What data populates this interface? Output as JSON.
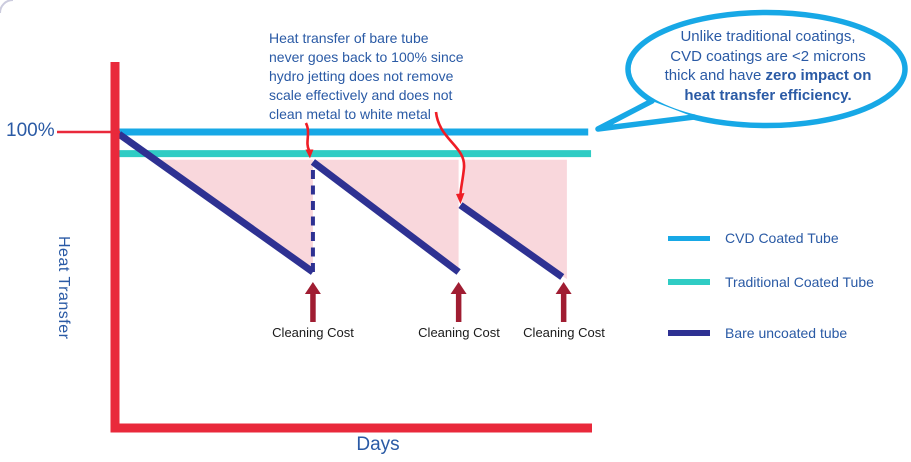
{
  "chart_data": {
    "type": "line",
    "title": "",
    "xlabel": "Days",
    "ylabel": "Heat Transfer",
    "y_ref_label": "100%",
    "x_range": [
      0,
      100
    ],
    "y_range": [
      0,
      105
    ],
    "grid": false,
    "legend_position": "right",
    "series": [
      {
        "name": "CVD Coated Tube",
        "color": "#17A8E6",
        "points": [
          [
            0,
            100
          ],
          [
            99.2,
            100
          ]
        ]
      },
      {
        "name": "Traditional Coated Tube",
        "color": "#2FCCC4",
        "points": [
          [
            0,
            92.7
          ],
          [
            99.8,
            92.7
          ]
        ]
      },
      {
        "name": "Bare uncoated tube",
        "color": "#2E3192",
        "segments": [
          [
            [
              0,
              99.3
            ],
            [
              41,
              52.7
            ]
          ],
          [
            [
              41,
              89.9
            ],
            [
              71.8,
              52.7
            ]
          ],
          [
            [
              72.2,
              75.3
            ],
            [
              93.7,
              51
            ]
          ]
        ]
      }
    ],
    "dashed_recovery_line": {
      "x": 41,
      "from": 52.7,
      "to": 89.9
    },
    "loss_regions_color": "#F9D7DC",
    "loss_regions": [
      [
        [
          7.3,
          90.6
        ],
        [
          41,
          90.6
        ],
        [
          41,
          53.5
        ]
      ],
      [
        [
          41.7,
          90.6
        ],
        [
          71.8,
          90.6
        ],
        [
          71.8,
          53.5
        ],
        [
          41.7,
          88.0
        ]
      ],
      [
        [
          72.6,
          90.6
        ],
        [
          94.7,
          90.6
        ],
        [
          94.7,
          50.3
        ],
        [
          72.6,
          73.8
        ]
      ]
    ],
    "cleaning_events": [
      {
        "x": 41,
        "label": "Cleaning Cost"
      },
      {
        "x": 71.8,
        "label": "Cleaning Cost"
      },
      {
        "x": 94,
        "label": "Cleaning Cost"
      }
    ]
  },
  "axis_style": {
    "color": "#E9293B"
  },
  "annotation": {
    "lines": [
      "Heat transfer of bare tube",
      "never goes back to 100% since",
      "hydro jetting does not remove",
      "scale effectively and does not",
      "clean metal to white metal"
    ]
  },
  "bubble": {
    "border_color": "#17A8E6",
    "lines": [
      {
        "normal": "Unlike traditional coatings,"
      },
      {
        "normal": "CVD coatings are <2 microns"
      },
      {
        "normal": "thick and have ",
        "bold": "zero impact on"
      },
      {
        "bold": "heat transfer efficiency."
      }
    ]
  },
  "colors": {
    "pointer_arrow": "#EF1D25",
    "cleaning_arrow": "#A01D32",
    "text_blue": "#2A5AA5",
    "text_black": "#1A1A1A",
    "background": "#FFFFFF",
    "corner_arc": "#CCCCDE"
  }
}
